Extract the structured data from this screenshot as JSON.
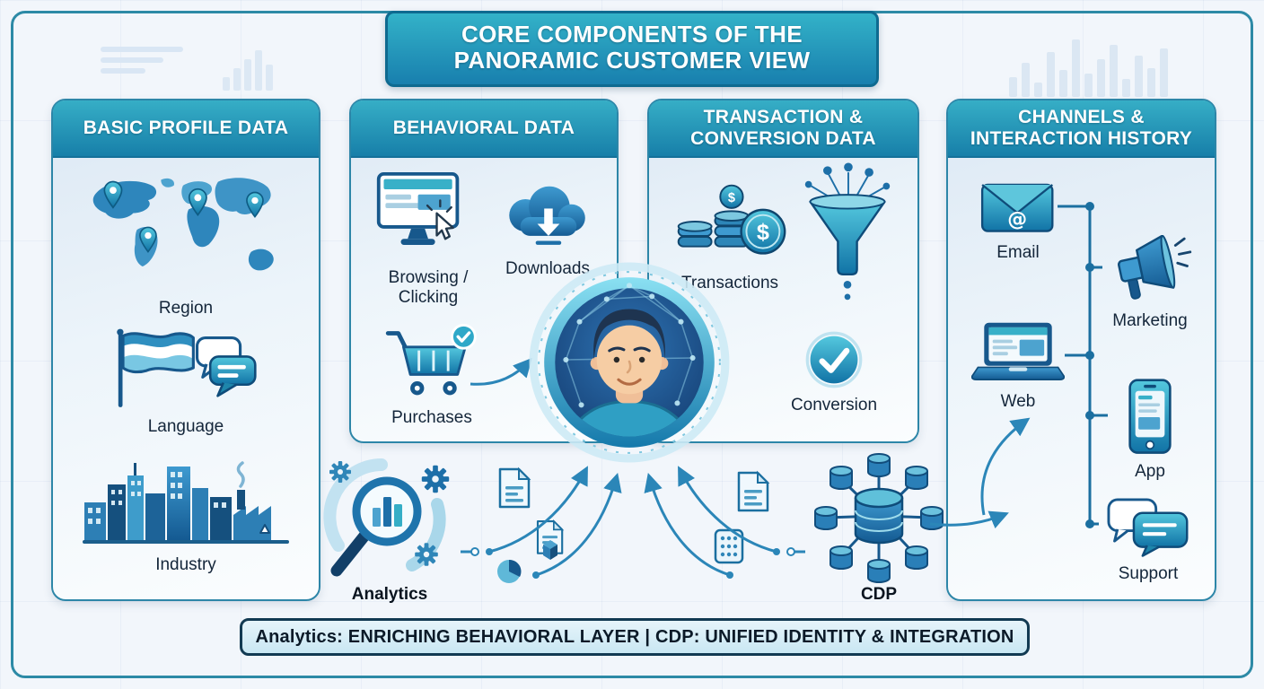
{
  "title": {
    "line1": "CORE COMPONENTS OF THE",
    "line2": "PANORAMIC CUSTOMER VIEW"
  },
  "panels": [
    {
      "title": "BASIC PROFILE DATA",
      "items": [
        {
          "icon": "world-map-icon",
          "label": "Region"
        },
        {
          "icon": "flag-and-chat-icon",
          "label": "Language"
        },
        {
          "icon": "city-skyline-icon",
          "label": "Industry"
        }
      ]
    },
    {
      "title": "BEHAVIORAL DATA",
      "items": [
        {
          "icon": "monitor-click-icon",
          "label": "Browsing / Clicking"
        },
        {
          "icon": "cloud-download-icon",
          "label": "Downloads"
        },
        {
          "icon": "shopping-cart-icon",
          "label": "Purchases"
        }
      ]
    },
    {
      "title": "TRANSACTION & CONVERSION DATA",
      "items": [
        {
          "icon": "coin-stack-icon",
          "label": "Transactions"
        },
        {
          "icon": "funnel-icon",
          "label": ""
        },
        {
          "icon": "check-circle-icon",
          "label": "Conversion"
        }
      ]
    },
    {
      "title": "CHANNELS & INTERACTION HISTORY",
      "items": [
        {
          "icon": "email-icon",
          "label": "Email"
        },
        {
          "icon": "megaphone-icon",
          "label": "Marketing"
        },
        {
          "icon": "laptop-icon",
          "label": "Web"
        },
        {
          "icon": "smartphone-icon",
          "label": "App"
        },
        {
          "icon": "chat-bubbles-icon",
          "label": "Support"
        }
      ]
    }
  ],
  "hub": {
    "analytics_label": "Analytics",
    "cdp_label": "CDP"
  },
  "footer": {
    "banner_text": "Analytics: ENRICHING BEHAVIORAL LAYER | CDP: UNIFIED IDENTITY & INTEGRATION"
  },
  "colors": {
    "header_gradient_top": "#36aec6",
    "header_gradient_bottom": "#177fa9",
    "frame_border": "#2d8aa6",
    "accent_blue": "#1d6fa8",
    "banner_border": "#123a52",
    "label_text": "#14263a"
  }
}
